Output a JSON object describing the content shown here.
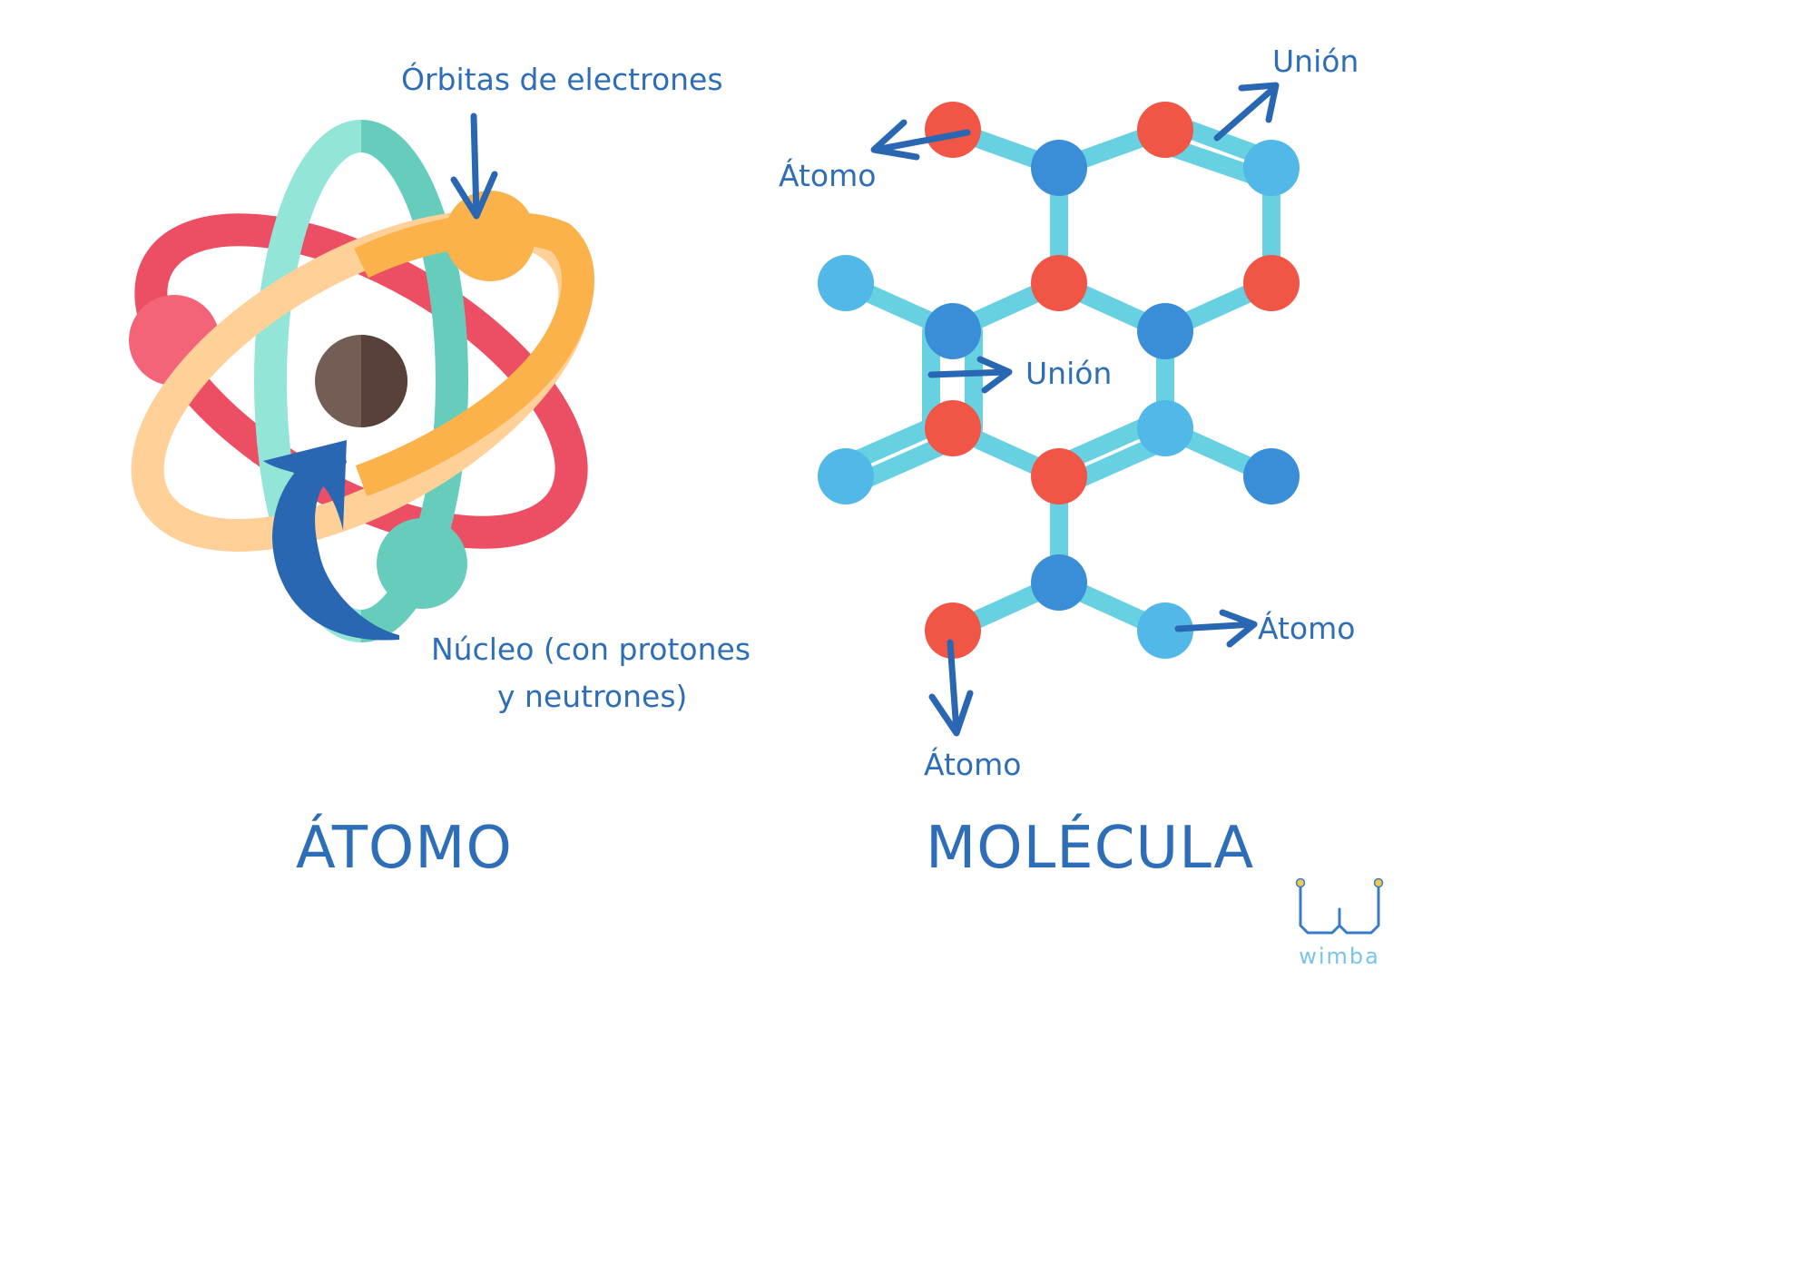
{
  "atom": {
    "title": "ÁTOMO",
    "label_orbits": "Órbitas de electrones",
    "label_nucleus_line1": "Núcleo (con protones",
    "label_nucleus_line2": "y neutrones)"
  },
  "molecule": {
    "title": "MOLÉCULA",
    "label_atom_top": "Átomo",
    "label_union_top": "Unión",
    "label_union_mid": "Unión",
    "label_atom_right": "Átomo",
    "label_atom_bottom": "Átomo"
  },
  "logo": {
    "brand": "wimba"
  },
  "colors": {
    "label_blue": "#2e6db8",
    "arrow_blue": "#2a67b2",
    "orbit_red": "#ec4f63",
    "orbit_orange": "#fbb24a",
    "orbit_teal": "#79d7c6",
    "nucleus": "#6e554c",
    "bond": "#67d0e1",
    "atom_red": "#f05545",
    "atom_dark_blue": "#3a8ed8",
    "atom_light_blue": "#52b8e8"
  }
}
